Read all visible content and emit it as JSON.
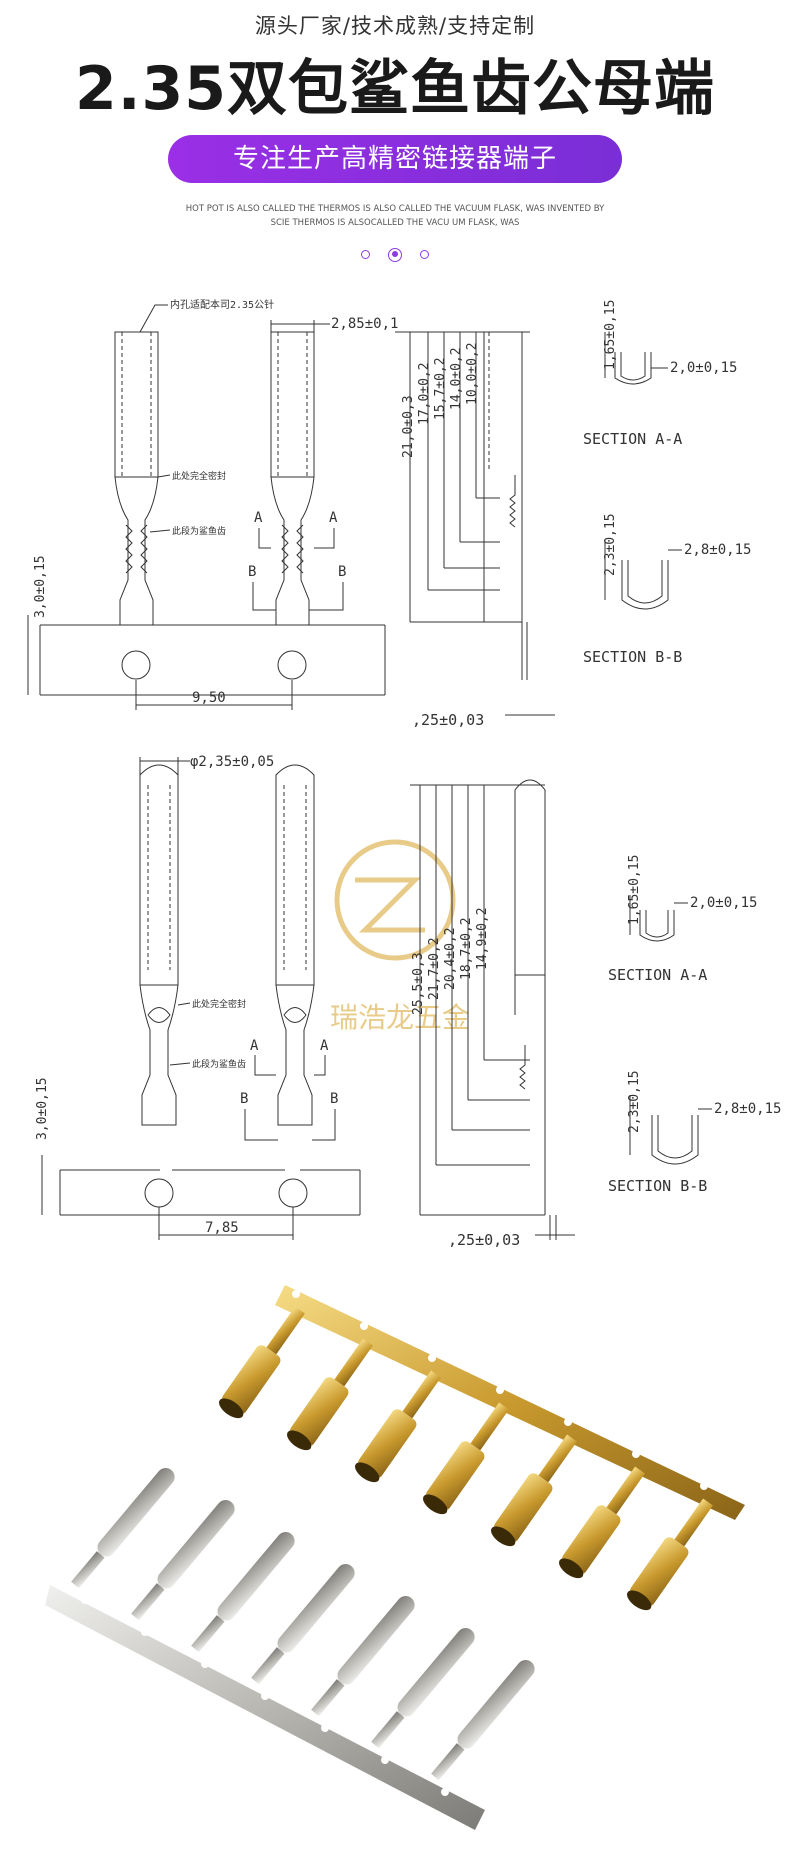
{
  "header": {
    "subtitle": "源头厂家/技术成熟/支持定制",
    "title": "2.35双包鲨鱼齿公母端",
    "banner": "专注生产高精密链接器端子",
    "en_line1": "HOT POT IS ALSO CALLED THE THERMOS IS ALSO CALLED THE VACUUM FLASK, WAS INVENTED BY",
    "en_line2": "SCIE THERMOS IS ALSOCALLED THE VACU  UM FLASK, WAS"
  },
  "carousel": {
    "count": 3,
    "active_index": 1
  },
  "drawing_female": {
    "note_top": "内孔适配本司2.35公针",
    "note_seal": "此处完全密封",
    "note_teeth": "此段为鲨鱼齿",
    "dim_width": "2,85±0,1",
    "dim_pitch": "9,50",
    "dim_base": "3,0±0,15",
    "dim_total": "21,0±0,3",
    "dim_17": "17,0±0,2",
    "dim_157": "15,7±0,2",
    "dim_14": "14,0±0,2",
    "dim_10": "10,0±0,2",
    "dim_thk": ",25±0,03",
    "label_a": "A",
    "label_b": "B",
    "section_aa": {
      "title": "SECTION A-A",
      "h": "1,65±0,15",
      "w": "2,0±0,15"
    },
    "section_bb": {
      "title": "SECTION B-B",
      "h": "2,3±0,15",
      "w": "2,8±0,15"
    }
  },
  "drawing_male": {
    "dim_dia": "φ2,35±0,05",
    "note_seal": "此处完全密封",
    "note_teeth": "此段为鲨鱼齿",
    "dim_pitch": "7,85",
    "dim_base": "3,0±0,15",
    "dim_total": "25,5±0,3",
    "dim_217": "21,7±0,2",
    "dim_204": "20,4±0,2",
    "dim_187": "18,7±0,2",
    "dim_149": "14,9±0,2",
    "dim_thk": ",25±0,03",
    "label_a": "A",
    "label_b": "B",
    "watermark": "瑞浩龙五金",
    "section_aa": {
      "title": "SECTION A-A",
      "h": "1,65±0,15",
      "w": "2,0±0,15"
    },
    "section_bb": {
      "title": "SECTION B-B",
      "h": "2,3±0,15",
      "w": "2,8±0,15"
    }
  },
  "photo": {
    "gold_count": 7,
    "silver_count": 7
  }
}
